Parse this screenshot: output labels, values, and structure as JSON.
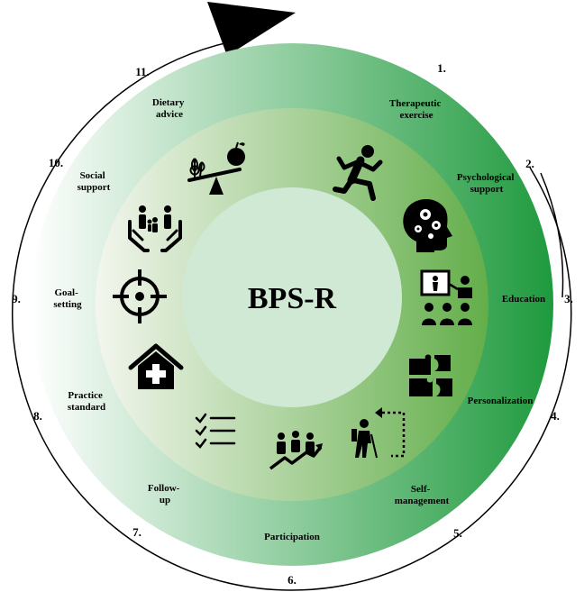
{
  "diagram": {
    "center_title": "BPS-R",
    "colors": {
      "outer_light": "#ffffff",
      "outer_dark": "#1f9a3e",
      "middle_light": "#f3f6ee",
      "middle_dark": "#63ae4a",
      "inner_fill": "#cfe9d4",
      "icon": "#000000",
      "arrow": "#000000"
    },
    "components": [
      {
        "number": "1.",
        "label_lines": [
          "Therapeutic",
          "exercise"
        ],
        "icon": "running-person-icon"
      },
      {
        "number": "2.",
        "label_lines": [
          "Psychological",
          "support"
        ],
        "icon": "head-gears-icon"
      },
      {
        "number": "3.",
        "label_lines": [
          "Education"
        ],
        "icon": "presentation-icon"
      },
      {
        "number": "4.",
        "label_lines": [
          "Personalization"
        ],
        "icon": "puzzle-icon"
      },
      {
        "number": "5.",
        "label_lines": [
          "Self-",
          "management"
        ],
        "icon": "hiker-path-icon"
      },
      {
        "number": "6.",
        "label_lines": [
          "Participation"
        ],
        "icon": "group-rising-arrow-icon"
      },
      {
        "number": "7.",
        "label_lines": [
          "Follow-",
          "up"
        ],
        "icon": "checklist-icon"
      },
      {
        "number": "8.",
        "label_lines": [
          "Practice",
          "standard"
        ],
        "icon": "house-medical-icon"
      },
      {
        "number": "9.",
        "label_lines": [
          "Goal-",
          "setting"
        ],
        "icon": "target-crosshair-icon"
      },
      {
        "number": "10.",
        "label_lines": [
          "Social",
          "support"
        ],
        "icon": "family-hands-icon"
      },
      {
        "number": "11.",
        "label_lines": [
          "Dietary",
          "advice"
        ],
        "icon": "balance-food-icon"
      }
    ]
  }
}
